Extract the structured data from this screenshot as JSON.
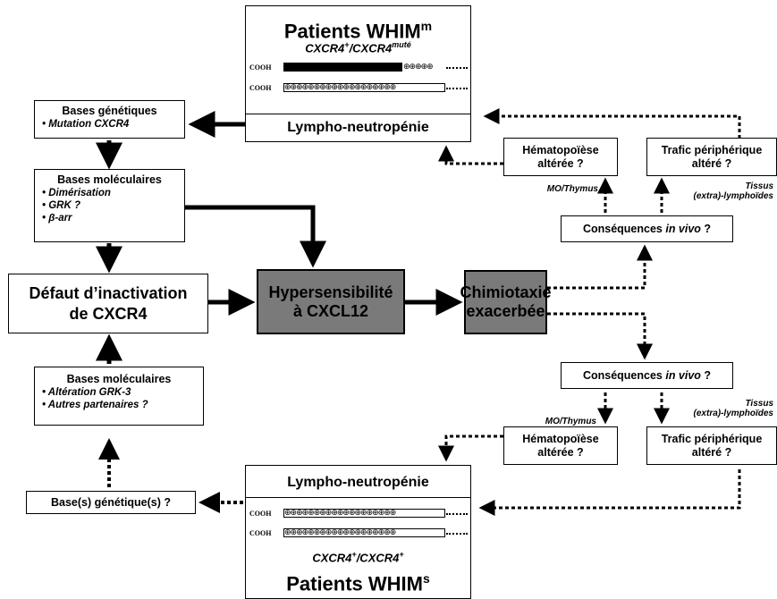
{
  "top_patient": {
    "title": "Patients WHIM",
    "title_sup": "m",
    "genotype": "CXCR4",
    "genotype_sup1": "+",
    "genotype_mid": "/CXCR4",
    "genotype_sup2": "muté",
    "cooh_label": "COOH",
    "phenotype": "Lympho-neutropénie"
  },
  "bottom_patient": {
    "title": "Patients WHIM",
    "title_sup": "s",
    "genotype": "CXCR4",
    "genotype_sup1": "+",
    "genotype_mid": "/CXCR4",
    "genotype_sup2": "+",
    "cooh_label": "COOH",
    "phenotype": "Lympho-neutropénie"
  },
  "genetic_bases": {
    "title": "Bases génétiques",
    "items": [
      "• Mutation CXCR4"
    ]
  },
  "molecular_bases_top": {
    "title": "Bases moléculaires",
    "items": [
      "• Dimérisation",
      "• GRK ?",
      "• β-arr"
    ]
  },
  "defect": {
    "line1": "Défaut d’inactivation",
    "line2": "de CXCR4"
  },
  "hypersensitivity": {
    "line1": "Hypersensibilité",
    "line2": "à CXCL12"
  },
  "chemotaxis": {
    "line1": "Chimiotaxie",
    "line2": "exacerbée"
  },
  "molecular_bases_bottom": {
    "title": "Bases moléculaires",
    "items": [
      "• Altération GRK-3",
      "• Autres partenaires ?"
    ]
  },
  "genetic_unknown": {
    "text": "Base(s) génétique(s) ?"
  },
  "consequences_top": {
    "prefix": "Conséquences ",
    "ital": "in vivo",
    "suffix": " ?"
  },
  "consequences_bottom": {
    "prefix": "Conséquences ",
    "ital": "in vivo",
    "suffix": " ?"
  },
  "hemato_top": {
    "line1": "Hématopoïèse",
    "line2": "altérée ?"
  },
  "traffic_top": {
    "line1": "Trafic périphérique",
    "line2": "altéré ?"
  },
  "hemato_bottom": {
    "line1": "Hématopoïèse",
    "line2": "altérée ?"
  },
  "traffic_bottom": {
    "line1": "Trafic périphérique",
    "line2": "altéré ?"
  },
  "labels": {
    "mo_thymus_top": "MO/Thymus",
    "tissus_top_1": "Tissus",
    "tissus_top_2": "(extra)-lymphoïdes",
    "mo_thymus_bottom": "MO/Thymus",
    "tissus_bottom_1": "Tissus",
    "tissus_bottom_2": "(extra)-lymphoïdes"
  },
  "colors": {
    "grey_box": "#7a7a7a",
    "line": "#000000"
  }
}
